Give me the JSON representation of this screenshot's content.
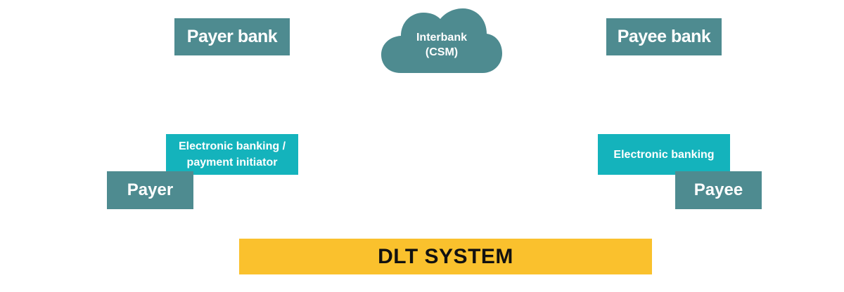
{
  "colors": {
    "bank": "#4e8b90",
    "ebank": "#14b3bc",
    "dlt": "#fac12d"
  },
  "nodes": {
    "payer_bank": "Payer bank",
    "payee_bank": "Payee bank",
    "interbank_line1": "Interbank",
    "interbank_line2": "(CSM)",
    "ebank_left_line1": "Electronic banking /",
    "ebank_left_line2": "payment initiator",
    "ebank_right": "Electronic banking",
    "payer": "Payer",
    "payee": "Payee",
    "dlt_system": "DLT SYSTEM"
  }
}
